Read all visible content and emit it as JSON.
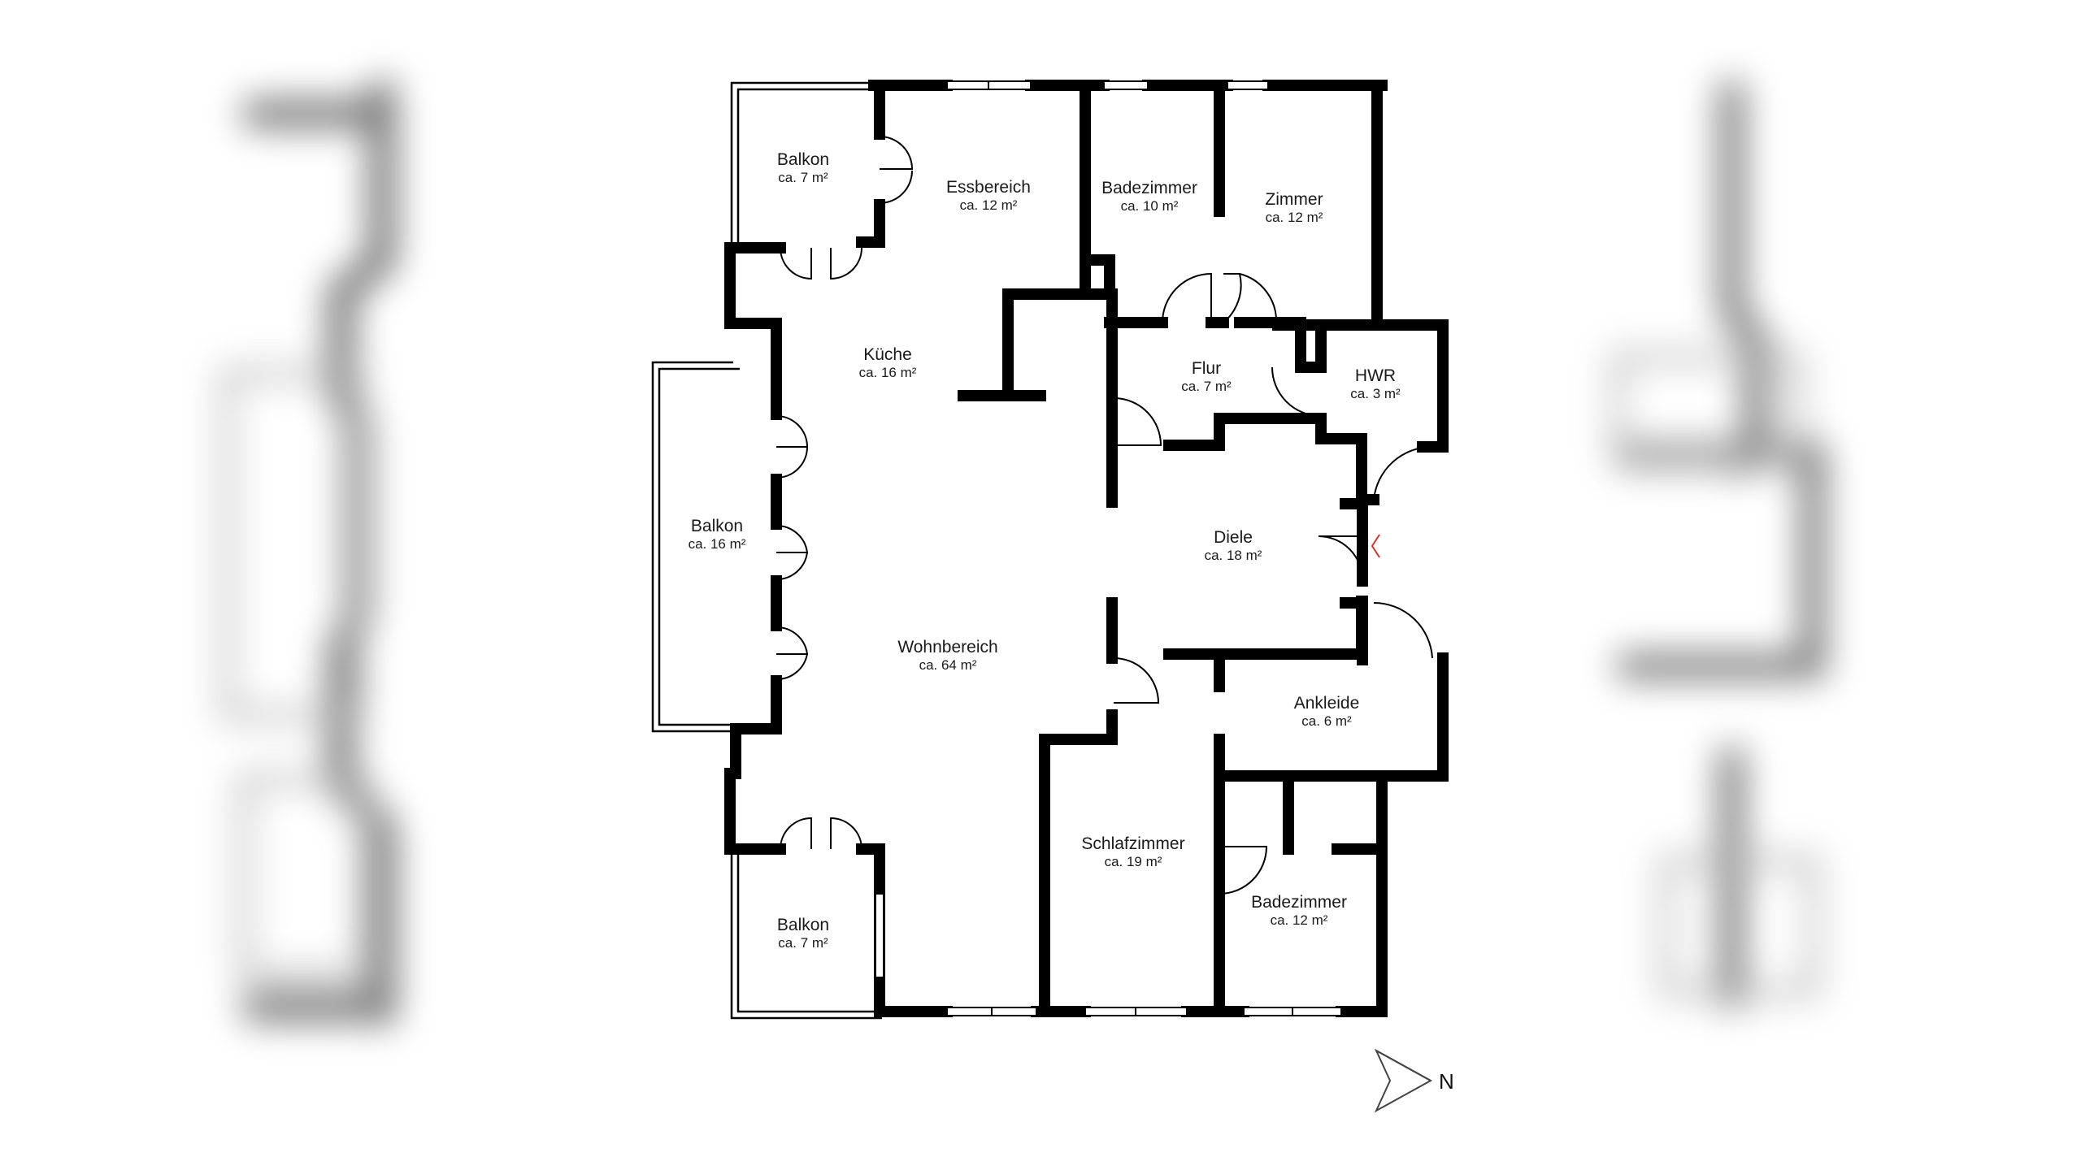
{
  "plan": {
    "rooms": [
      {
        "id": "balkon-nw",
        "name": "Balkon",
        "area": "ca. 7 m²"
      },
      {
        "id": "essbereich",
        "name": "Essbereich",
        "area": "ca. 12 m²"
      },
      {
        "id": "badezimmer-n",
        "name": "Badezimmer",
        "area": "ca. 10 m²"
      },
      {
        "id": "zimmer",
        "name": "Zimmer",
        "area": "ca. 12 m²"
      },
      {
        "id": "kueche",
        "name": "Küche",
        "area": "ca. 16 m²"
      },
      {
        "id": "flur",
        "name": "Flur",
        "area": "ca. 7 m²"
      },
      {
        "id": "hwr",
        "name": "HWR",
        "area": "ca. 3 m²"
      },
      {
        "id": "balkon-w",
        "name": "Balkon",
        "area": "ca. 16 m²"
      },
      {
        "id": "diele",
        "name": "Diele",
        "area": "ca. 18 m²"
      },
      {
        "id": "wohnbereich",
        "name": "Wohnbereich",
        "area": "ca. 64 m²"
      },
      {
        "id": "ankleide",
        "name": "Ankleide",
        "area": "ca. 6 m²"
      },
      {
        "id": "schlafzimmer",
        "name": "Schlafzimmer",
        "area": "ca. 19 m²"
      },
      {
        "id": "badezimmer-s",
        "name": "Badezimmer",
        "area": "ca. 12 m²"
      },
      {
        "id": "balkon-sw",
        "name": "Balkon",
        "area": "ca. 7 m²"
      }
    ],
    "compass": {
      "label": "N"
    },
    "colors": {
      "wall": "#000000",
      "entrance_marker": "#d9302c"
    }
  }
}
